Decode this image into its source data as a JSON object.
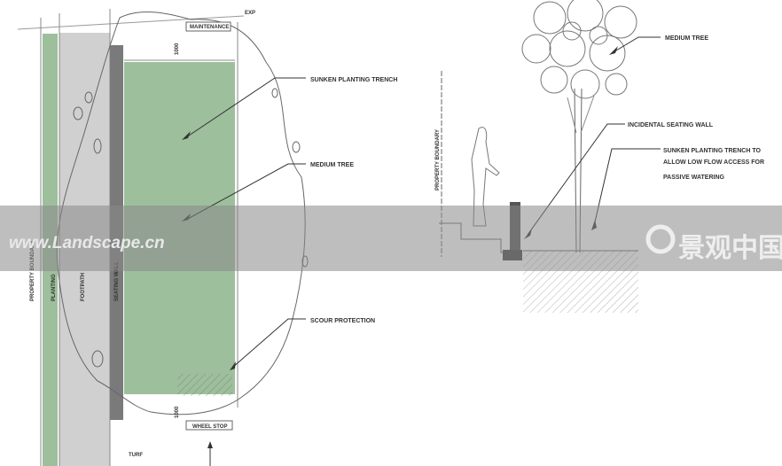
{
  "plan": {
    "labels": {
      "kerb": "EXP",
      "maintenance_strip": "MAINTENANCE",
      "dimension_top": "1000",
      "sunken_planting_trench": "SUNKEN PLANTING TRENCH",
      "medium_tree": "MEDIUM TREE",
      "scour_protection": "SCOUR PROTECTION",
      "wheel_stop": "WHEEL STOP",
      "dimension_bottom": "1000",
      "turf": "TURF",
      "property_boundary": "PROPERTY BOUNDARY",
      "planting": "PLANTING",
      "footpath": "FOOTPATH",
      "seating_wall": "SEATING WALL"
    }
  },
  "section": {
    "labels": {
      "medium_tree": "MEDIUM TREE",
      "property_boundary": "PROPERTY BOUNDARY",
      "seating_wall": "INCIDENTAL SEATING WALL",
      "trench_line1": "SUNKEN PLANTING TRENCH TO",
      "trench_line2": "ALLOW LOW FLOW ACCESS FOR",
      "trench_line3": "PASSIVE WATERING"
    }
  },
  "watermark": {
    "left": "www.Landscape.cn",
    "right": "景观中国"
  },
  "colors": {
    "planting_green": "#9dbf9c",
    "footpath_grey": "#d0d0d0",
    "wall_grey": "#7a7a7a",
    "band": "#9a9a9a"
  }
}
